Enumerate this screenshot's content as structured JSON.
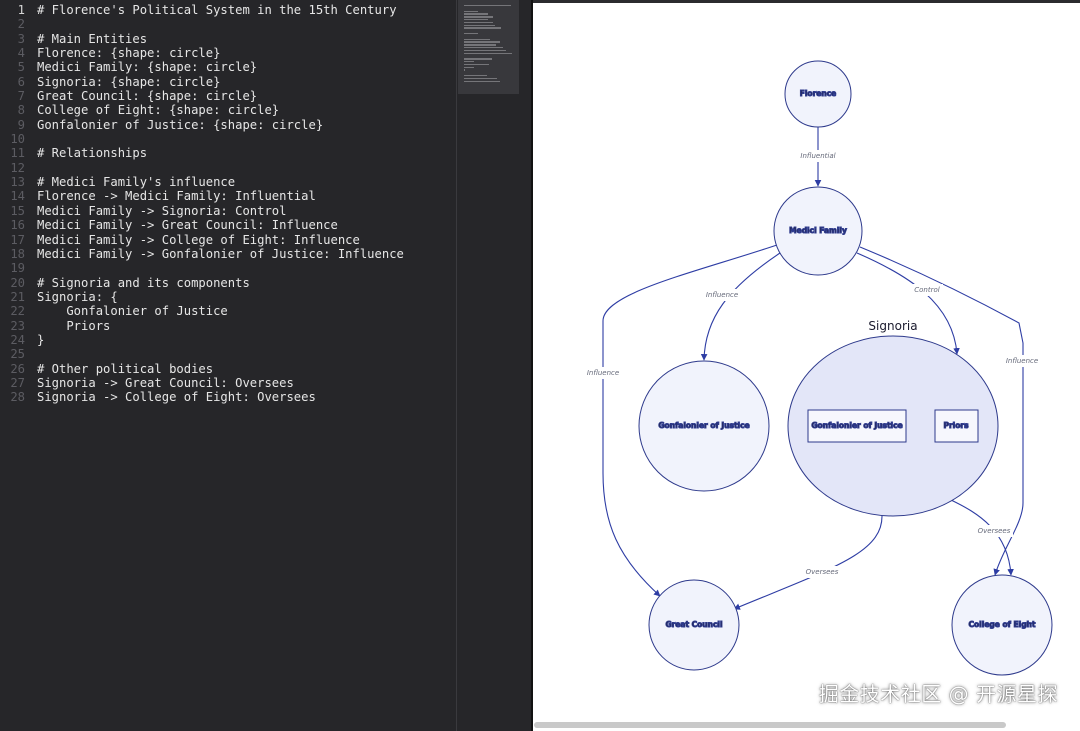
{
  "editor": {
    "current_line": 1,
    "lines": [
      "# Florence's Political System in the 15th Century",
      "",
      "# Main Entities",
      "Florence: {shape: circle}",
      "Medici Family: {shape: circle}",
      "Signoria: {shape: circle}",
      "Great Council: {shape: circle}",
      "College of Eight: {shape: circle}",
      "Gonfalonier of Justice: {shape: circle}",
      "",
      "# Relationships",
      "",
      "# Medici Family's influence",
      "Florence -> Medici Family: Influential",
      "Medici Family -> Signoria: Control",
      "Medici Family -> Great Council: Influence",
      "Medici Family -> College of Eight: Influence",
      "Medici Family -> Gonfalonier of Justice: Influence",
      "",
      "# Signoria and its components",
      "Signoria: {",
      "    Gonfalonier of Justice",
      "    Priors",
      "}",
      "",
      "# Other political bodies",
      "Signoria -> Great Council: Oversees",
      "Signoria -> College of Eight: Oversees"
    ]
  },
  "diagram": {
    "colors": {
      "node_fill": "#f1f3fc",
      "node_stroke": "#2e3a8c",
      "group_fill": "#e3e6f8",
      "edge": "#2e3da4"
    },
    "nodes": {
      "florence": "Florence",
      "medici": "Medici Family",
      "gonfalonier": "Gonfalonier of Justice",
      "signoria_title": "Signoria",
      "signoria_gonfalonier": "Gonfalonier of Justice",
      "signoria_priors": "Priors",
      "great_council": "Great Council",
      "college": "College of Eight"
    },
    "edges": {
      "influential": "Influential",
      "influence_gonf": "Influence",
      "control": "Control",
      "influence_gc": "Influence",
      "influence_college": "Influence",
      "oversees_gc": "Oversees",
      "oversees_college": "Oversees"
    }
  },
  "watermark": "掘金技术社区 @ 开源星探"
}
